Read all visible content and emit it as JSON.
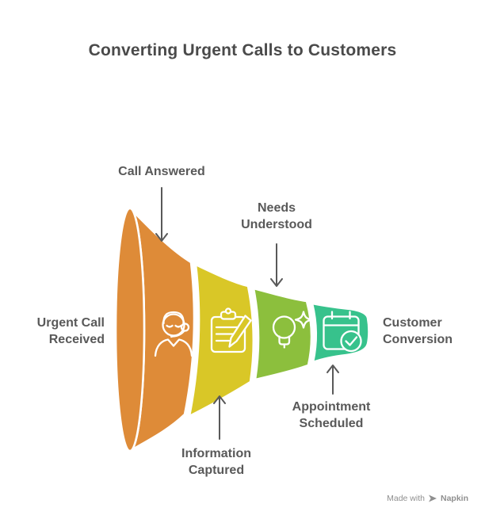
{
  "title": "Converting Urgent Calls to Customers",
  "colors": {
    "title_gray": "#4A4A4A",
    "label_gray": "#595959",
    "watermark_gray": "#8F8F8F",
    "stroke_white": "#FFFFFF"
  },
  "funnel": {
    "entry_label": "Urgent Call Received",
    "exit_label": "Customer Conversion",
    "stages": [
      {
        "label": "Call Answered",
        "color": "#DE8B38",
        "icon": "support-agent-icon",
        "label_position": "top"
      },
      {
        "label": "Information Captured",
        "color": "#D9C727",
        "icon": "clipboard-pencil-icon",
        "label_position": "bottom"
      },
      {
        "label": "Needs Understood",
        "color": "#8CBF3D",
        "icon": "lightbulb-sparkle-icon",
        "label_position": "top"
      },
      {
        "label": "Appointment Scheduled",
        "color": "#37C28C",
        "icon": "calendar-check-icon",
        "label_position": "bottom"
      }
    ]
  },
  "watermark": {
    "prefix": "Made with",
    "brand": "Napkin"
  }
}
